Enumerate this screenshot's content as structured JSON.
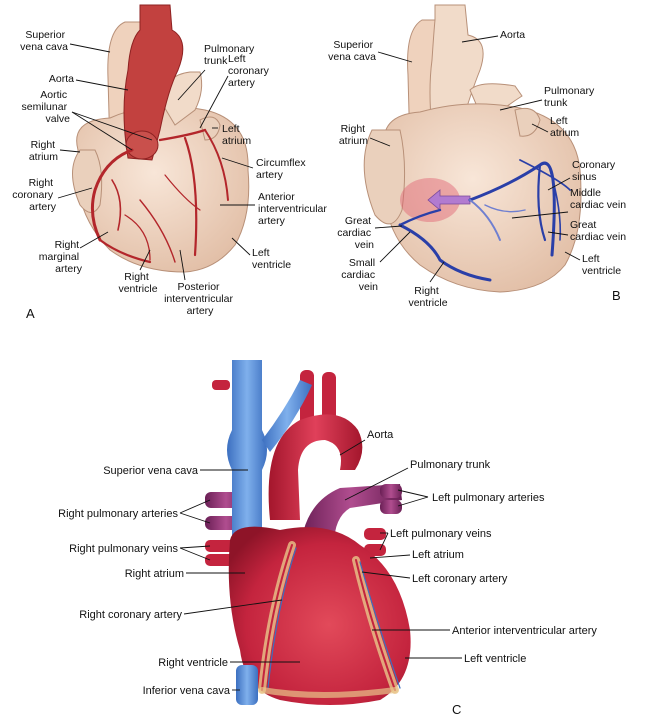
{
  "panels": {
    "a": {
      "letter": "A",
      "labels": {
        "superior_vena_cava": [
          "Superior",
          "vena cava"
        ],
        "aorta": [
          "Aorta"
        ],
        "aortic_semilunar_valve": [
          "Aortic",
          "semilunar",
          "valve"
        ],
        "right_atrium": [
          "Right",
          "atrium"
        ],
        "right_coronary_artery": [
          "Right",
          "coronary",
          "artery"
        ],
        "right_marginal_artery": [
          "Right",
          "marginal",
          "artery"
        ],
        "right_ventricle": [
          "Right",
          "ventricle"
        ],
        "posterior_interventricular_artery": [
          "Posterior",
          "interventricular",
          "artery"
        ],
        "left_ventricle": [
          "Left",
          "ventricle"
        ],
        "anterior_interventricular_artery": [
          "Anterior",
          "interventricular",
          "artery"
        ],
        "circumflex_artery": [
          "Circumflex",
          "artery"
        ],
        "left_atrium": [
          "Left",
          "atrium"
        ],
        "left_coronary_artery": [
          "Left",
          "coronary",
          "artery"
        ],
        "pulmonary_trunk": [
          "Pulmonary",
          "trunk"
        ]
      }
    },
    "b": {
      "letter": "B",
      "labels": {
        "superior_vena_cava": [
          "Superior",
          "vena cava"
        ],
        "aorta": [
          "Aorta"
        ],
        "pulmonary_trunk": [
          "Pulmonary",
          "trunk"
        ],
        "left_atrium": [
          "Left",
          "atrium"
        ],
        "right_atrium": [
          "Right",
          "atrium"
        ],
        "coronary_sinus": [
          "Coronary",
          "sinus"
        ],
        "middle_cardiac_vein": [
          "Middle",
          "cardiac vein"
        ],
        "great_cardiac_vein_left": [
          "Great",
          "cardiac",
          "vein"
        ],
        "great_cardiac_vein_right": [
          "Great",
          "cardiac vein"
        ],
        "small_cardiac_vein": [
          "Small",
          "cardiac",
          "vein"
        ],
        "right_ventricle": [
          "Right",
          "ventricle"
        ],
        "left_ventricle": [
          "Left",
          "ventricle"
        ]
      }
    },
    "c": {
      "letter": "C",
      "labels": {
        "aorta": "Aorta",
        "superior_vena_cava": "Superior vena cava",
        "pulmonary_trunk": "Pulmonary trunk",
        "left_pulmonary_arteries": "Left pulmonary arteries",
        "right_pulmonary_arteries": "Right pulmonary arteries",
        "left_pulmonary_veins": "Left pulmonary veins",
        "right_pulmonary_veins": "Right pulmonary veins",
        "left_atrium": "Left atrium",
        "right_atrium": "Right atrium",
        "left_coronary_artery": "Left coronary artery",
        "right_coronary_artery": "Right coronary artery",
        "anterior_interventricular_artery": "Anterior interventricular artery",
        "right_ventricle": "Right ventricle",
        "left_ventricle": "Left ventricle",
        "inferior_vena_cava": "Inferior vena cava"
      }
    }
  },
  "colors": {
    "heart_beige": "#f2d6c2",
    "heart_beige_dark": "#e2bfa7",
    "artery_red": "#b3262b",
    "vein_blue": "#2a3fa8",
    "vein_blue_light": "#6f7fd0",
    "c_heart_red": "#c4243e",
    "c_vessel_blue": "#5b8fd6",
    "c_pulm_purple": "#8a2b6a"
  }
}
